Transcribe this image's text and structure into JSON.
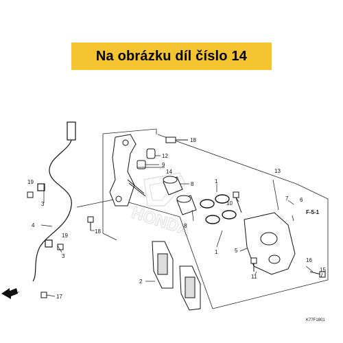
{
  "banner": {
    "text": "Na obrázku díl číslo 14"
  },
  "diagram": {
    "part_labels": {
      "p1a": "1",
      "p1b": "1",
      "p2": "2",
      "p3a": "3",
      "p3b": "3",
      "p4": "4",
      "p5": "5",
      "p6": "6",
      "p7": "7",
      "p8a": "8",
      "p8b": "8",
      "p9": "9",
      "p10": "10",
      "p11": "11",
      "p12": "12",
      "p13": "13",
      "p14": "14",
      "p15": "15",
      "p16": "16",
      "p17": "17",
      "p18a": "18",
      "p18b": "18",
      "p19a": "19",
      "p19b": "19"
    },
    "ref_label": "F-5-1",
    "fr_label": "FR.",
    "watermark": "HONDA",
    "drawing_code": "K77F1801"
  }
}
